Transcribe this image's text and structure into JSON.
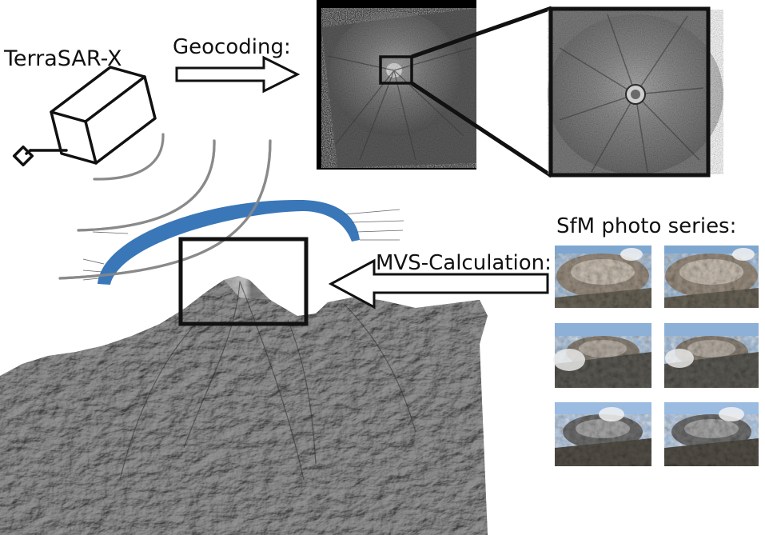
{
  "labels": {
    "satellite": "TerraSAR-X",
    "geocoding": "Geocoding:",
    "sfm": "SfM photo series:",
    "mvs": "MVS-Calculation:"
  },
  "photo_series": {
    "count": 6
  },
  "colors": {
    "ink": "#111111",
    "signal_arc": "#8a8a8a",
    "camera_arc": "#3a77b8",
    "sar_base": "#5c5c5c",
    "sky": "#7ea6cf",
    "ash": "#9a8e80",
    "terrain": "#8c8c8c"
  }
}
